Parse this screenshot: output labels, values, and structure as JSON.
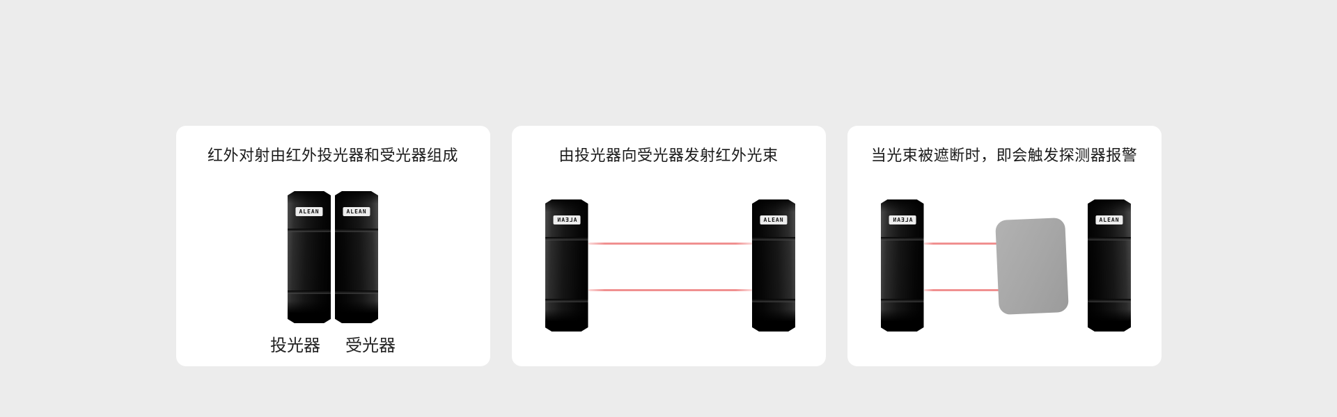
{
  "background": "#ececec",
  "brand": "ALEAN",
  "cards": [
    {
      "title": "红外对射由红外投光器和受光器组成",
      "device_labels": [
        "投光器",
        "受光器"
      ]
    },
    {
      "title": "由投光器向受光器发射红外光束"
    },
    {
      "title": "当光束被遮断时，即会触发探测器报警"
    }
  ],
  "colors": {
    "card_background": "#ffffff",
    "beam": "#f09090",
    "obstruction": "#a6a6a6",
    "device_body": "#0a0a0a"
  }
}
